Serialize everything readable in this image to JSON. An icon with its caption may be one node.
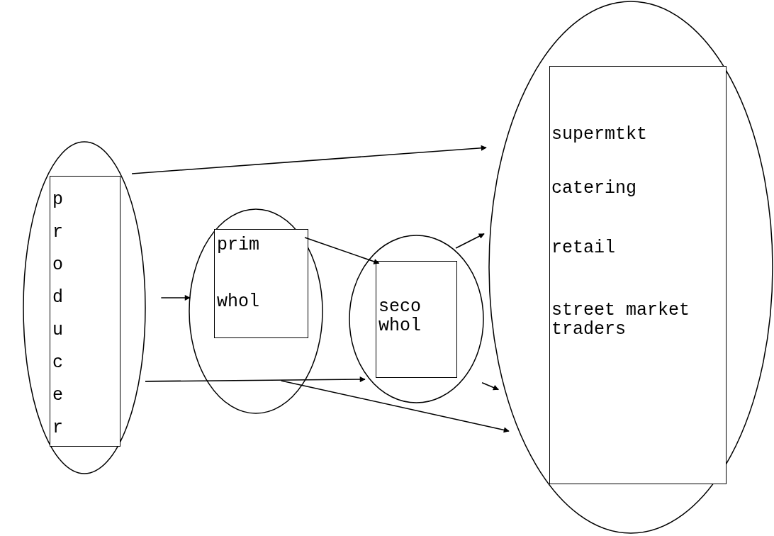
{
  "diagram": {
    "nodes": [
      {
        "text": [],
        "shape": "ellipse"
      },
      {
        "text": [
          "producer"
        ],
        "in": 0
      },
      {
        "text": [],
        "shape": "ellipse"
      },
      {
        "text": [
          "prim",
          "whol"
        ],
        "in": 2
      },
      {
        "text": [],
        "shape": "ellipse"
      },
      {
        "text": [
          "seco whol"
        ],
        "in": 4
      },
      {
        "text": [],
        "shape": "ellipse"
      },
      {
        "text": [
          "supermtkt",
          "catering",
          "retail",
          "street market traders"
        ],
        "in": 6
      }
    ],
    "edges": [
      {
        "from": 0,
        "to": 6,
        "arrow": "to"
      },
      {
        "from": 0,
        "to": 2,
        "arrow": "to"
      },
      {
        "from": 0,
        "to": 4,
        "arrow": "to"
      },
      {
        "from": 2,
        "to": 5,
        "arrow": "to"
      },
      {
        "from": 4,
        "to": 6,
        "arrow": "to"
      },
      {
        "from": 4,
        "to": 6,
        "arrow": "to"
      },
      {
        "from": 2,
        "to": 6,
        "arrow": "to"
      }
    ]
  }
}
